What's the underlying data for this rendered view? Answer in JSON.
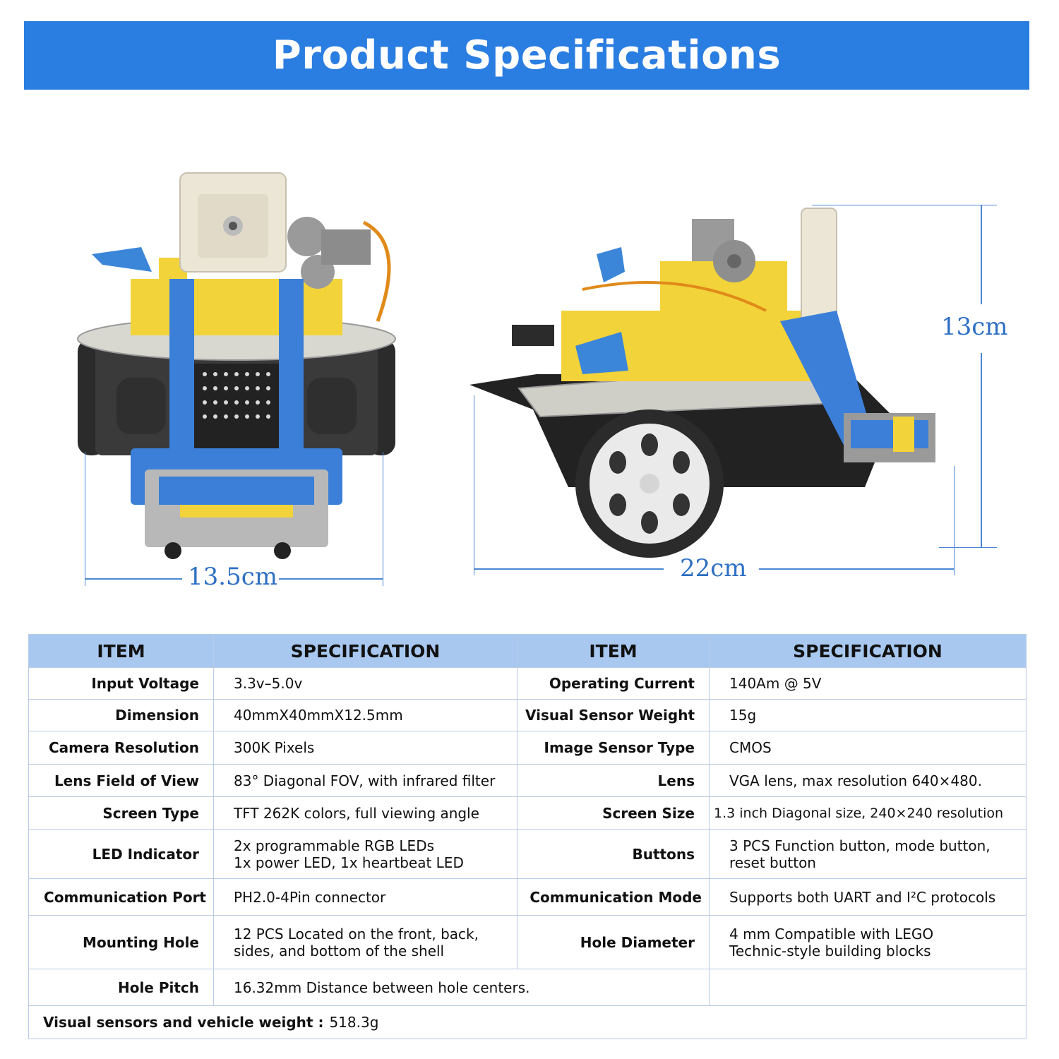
{
  "header": {
    "title": "Product Specifications"
  },
  "dimensions": {
    "front_width": "13.5cm",
    "side_length": "22cm",
    "height": "13cm"
  },
  "table": {
    "headers": [
      "ITEM",
      "SPECIFICATION",
      "ITEM",
      "SPECIFICATION"
    ],
    "rows": [
      {
        "l1": "Input Voltage",
        "v1": "3.3v–5.0v",
        "l2": "Operating Current",
        "v2": "140Am @ 5V"
      },
      {
        "l1": "Dimension",
        "v1": "40mmX40mmX12.5mm",
        "l2": "Visual Sensor Weight",
        "v2": "15g"
      },
      {
        "l1": "Camera Resolution",
        "v1": "300K Pixels",
        "l2": "Image Sensor Type",
        "v2": "CMOS"
      },
      {
        "l1": "Lens Field of View",
        "v1": "83° Diagonal FOV, with infrared filter",
        "l2": "Lens",
        "v2": "VGA lens, max resolution 640×480."
      },
      {
        "l1": "Screen Type",
        "v1": "TFT  262K colors, full viewing angle",
        "l2": "Screen Size",
        "v2": "1.3 inch  Diagonal size, 240×240 resolution"
      },
      {
        "l1": "LED Indicator",
        "v1a": "2x programmable RGB LEDs",
        "v1b": "1x power LED, 1x heartbeat LED",
        "l2": "Buttons",
        "v2a": "3 PCS  Function button, mode button,",
        "v2b": "reset button"
      },
      {
        "l1": "Communication Port",
        "v1": "PH2.0-4Pin connector",
        "l2": "Communication Mode",
        "v2": "Supports both UART and I²C protocols"
      },
      {
        "l1": "Mounting Hole",
        "v1a": "12 PCS  Located on the front, back,",
        "v1b": " sides, and bottom of the shell",
        "l2": "Hole Diameter",
        "v2a": "4 mm  Compatible with LEGO",
        "v2b": "Technic-style building blocks"
      },
      {
        "l1": "Hole Pitch",
        "v1": "16.32mm  Distance between hole centers."
      }
    ],
    "footer": {
      "label": "Visual sensors and vehicle weight :",
      "value": "518.3g"
    }
  }
}
